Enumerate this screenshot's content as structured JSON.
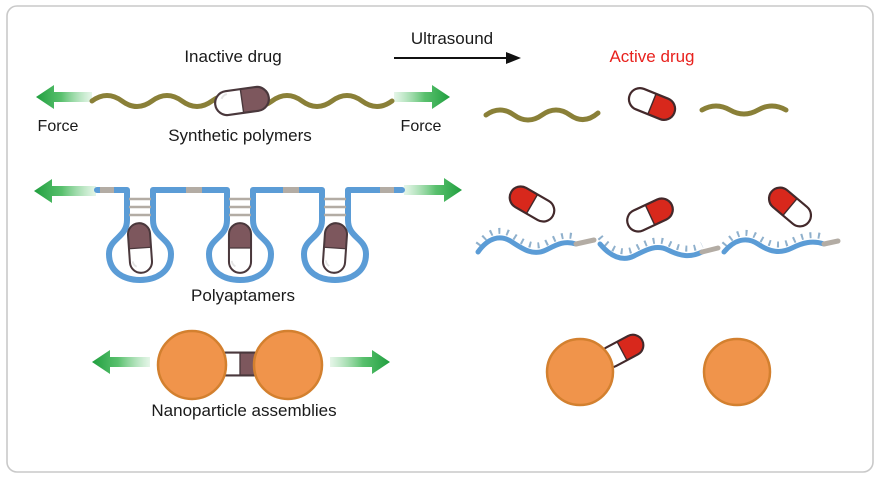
{
  "figure": {
    "header": {
      "inactive_drug": "Inactive drug",
      "ultrasound": "Ultrasound",
      "active_drug": "Active drug"
    },
    "rows": {
      "synthetic_polymers": {
        "label": "Synthetic polymers",
        "force_left": "Force",
        "force_right": "Force"
      },
      "polyaptamers": {
        "label": "Polyaptamers"
      },
      "nanoparticle_assemblies": {
        "label": "Nanoparticle assemblies"
      }
    },
    "colors": {
      "polymer_olive": "#8a8038",
      "force_green": "#2fae4a",
      "capsule_inactive_dark": "#7d575d",
      "capsule_active_red": "#d8281c",
      "aptamer_blue": "#5b9cd6",
      "duplex_gray": "#b3aca4",
      "nanoparticle_orange": "#f0944b",
      "nanoparticle_stroke": "#d3802f",
      "active_label_red": "#e8211d",
      "text_dark": "#1a1a1a",
      "border_gray": "#c9c9c9"
    }
  }
}
